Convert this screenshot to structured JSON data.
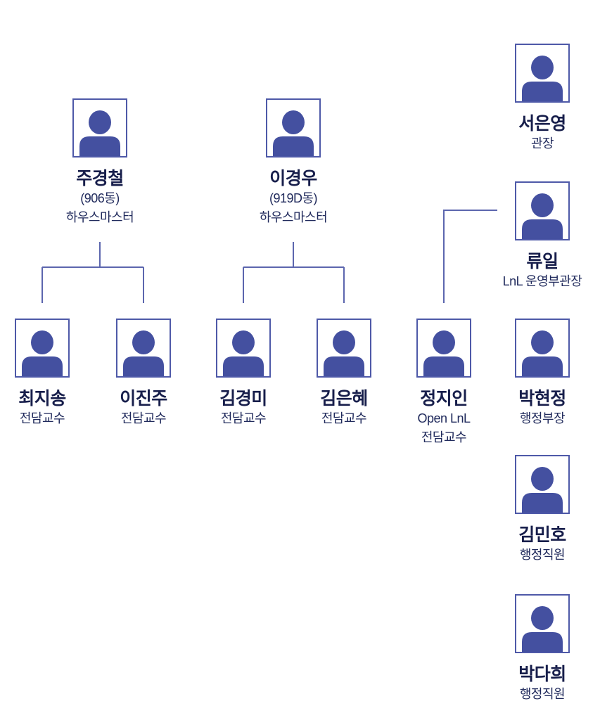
{
  "diagram": {
    "type": "org-chart",
    "background": "#ffffff"
  },
  "theme": {
    "avatar_color": "#4450a0",
    "box_border_color": "#4e59a8",
    "connector_color": "#5c66ae",
    "name_color": "#171e4b",
    "role_color": "#202a5c"
  },
  "people": [
    {
      "name": "주경철",
      "role1": "(906동)",
      "role2": "하우스마스터"
    },
    {
      "name": "이경우",
      "role1": "(919D동)",
      "role2": "하우스마스터"
    },
    {
      "name": "서은영",
      "role1": "관장",
      "role2": ""
    },
    {
      "name": "류일",
      "role1": "LnL 운영부관장",
      "role2": ""
    },
    {
      "name": "최지송",
      "role1": "전담교수",
      "role2": ""
    },
    {
      "name": "이진주",
      "role1": "전담교수",
      "role2": ""
    },
    {
      "name": "김경미",
      "role1": "전담교수",
      "role2": ""
    },
    {
      "name": "김은혜",
      "role1": "전담교수",
      "role2": ""
    },
    {
      "name": "정지인",
      "role1": "Open LnL",
      "role2": "전담교수"
    },
    {
      "name": "박현정",
      "role1": "행정부장",
      "role2": ""
    },
    {
      "name": "김민호",
      "role1": "행정직원",
      "role2": ""
    },
    {
      "name": "박다희",
      "role1": "행정직원",
      "role2": ""
    }
  ],
  "relationships": [
    {
      "parent": "주경철",
      "children": [
        "최지송",
        "이진주"
      ]
    },
    {
      "parent": "이경우",
      "children": [
        "김경미",
        "김은혜"
      ]
    },
    {
      "parent": "류일",
      "children": [
        "정지인"
      ]
    }
  ]
}
